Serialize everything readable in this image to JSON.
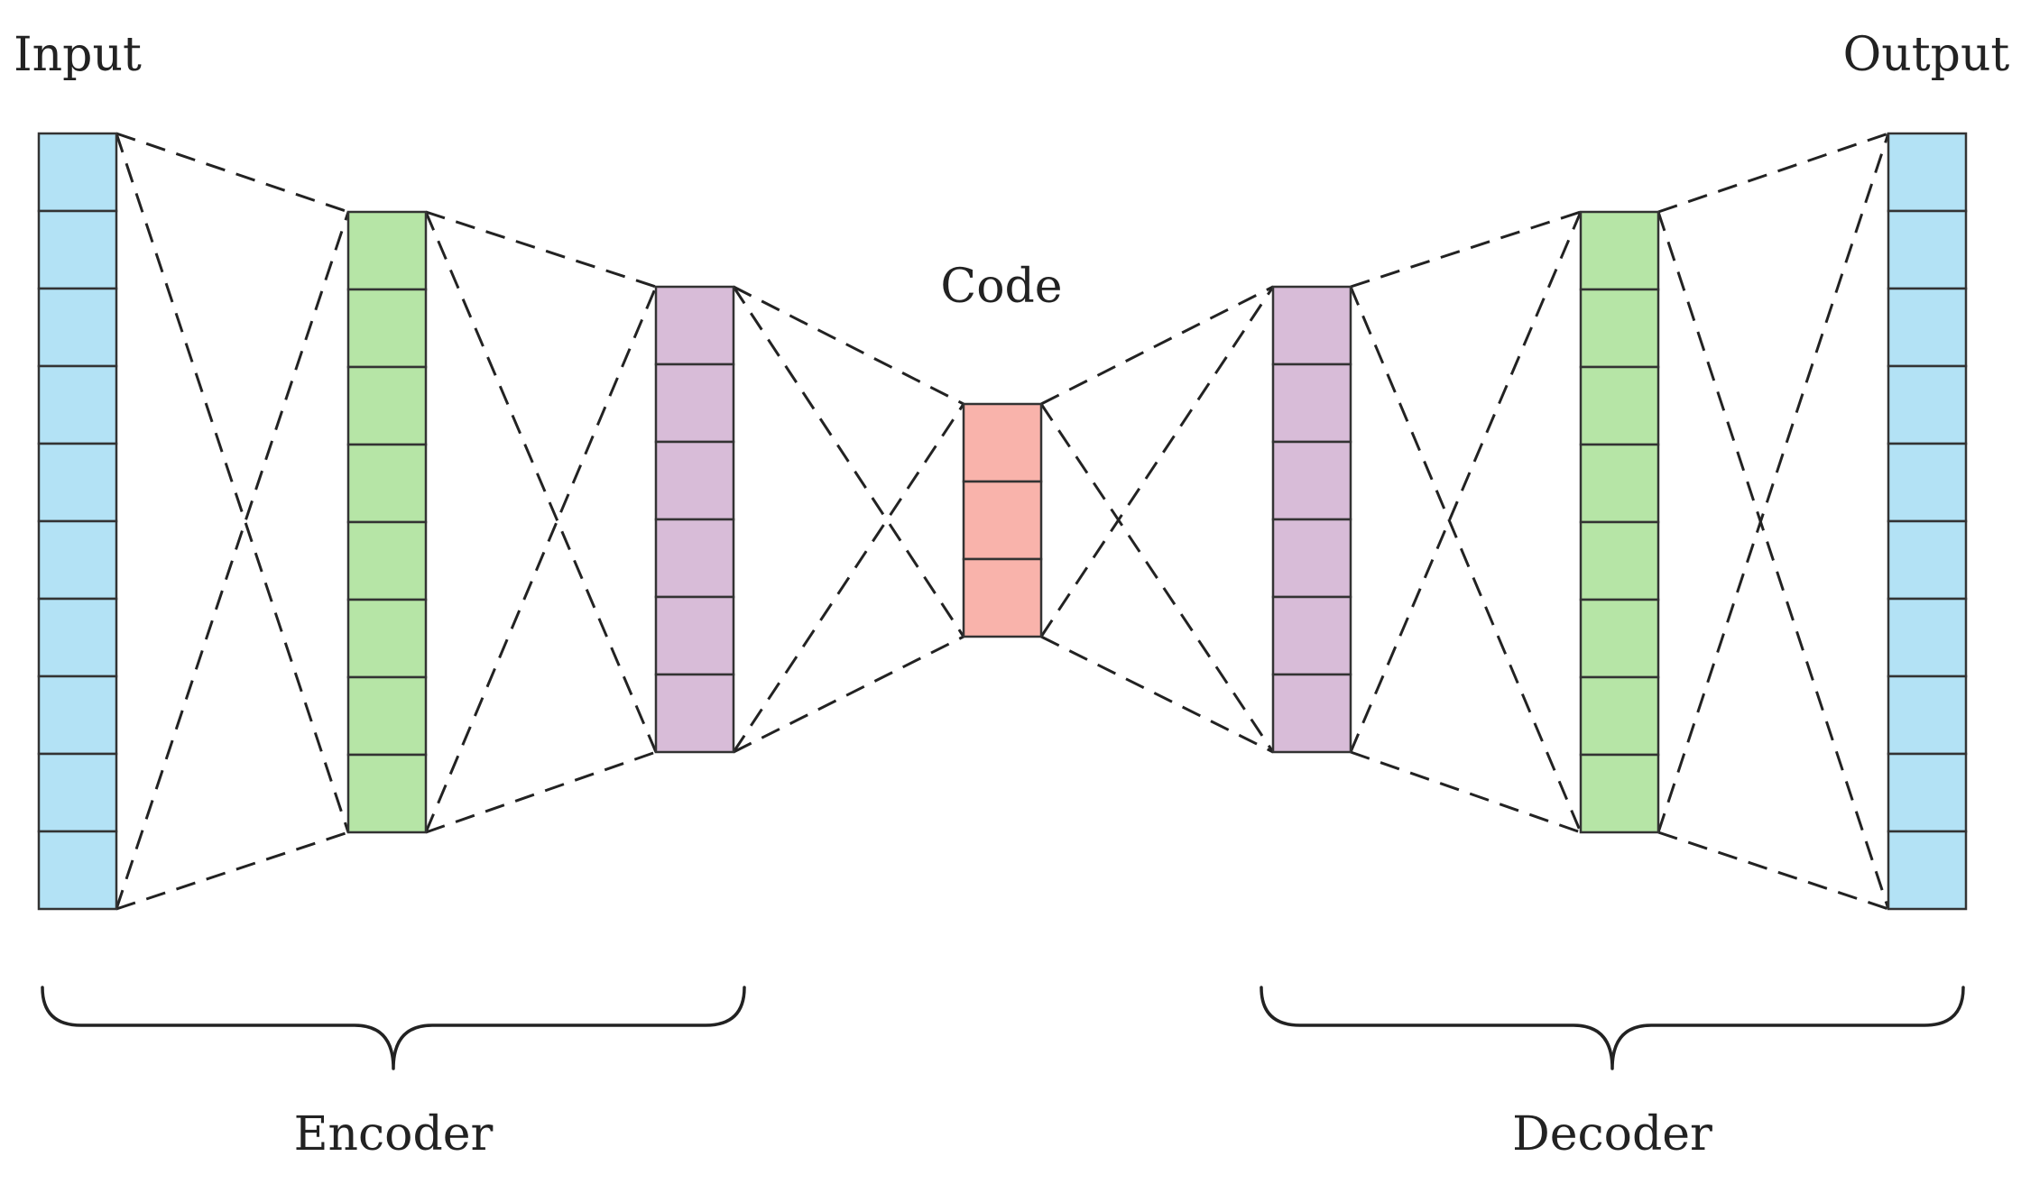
{
  "labels": {
    "input": "Input",
    "output": "Output",
    "code": "Code",
    "encoder": "Encoder",
    "decoder": "Decoder"
  },
  "layers": [
    {
      "id": "input-layer",
      "units": 10,
      "color": "#b3e2f5"
    },
    {
      "id": "encoder-hidden-1",
      "units": 8,
      "color": "#b6e5a6"
    },
    {
      "id": "encoder-hidden-2",
      "units": 6,
      "color": "#d8bcd8"
    },
    {
      "id": "code-layer",
      "units": 3,
      "color": "#f9b3ab"
    },
    {
      "id": "decoder-hidden-1",
      "units": 6,
      "color": "#d8bcd8"
    },
    {
      "id": "decoder-hidden-2",
      "units": 8,
      "color": "#b6e5a6"
    },
    {
      "id": "output-layer",
      "units": 10,
      "color": "#b3e2f5"
    }
  ],
  "colors": {
    "line": "#222222",
    "cell_border": "#333333"
  }
}
